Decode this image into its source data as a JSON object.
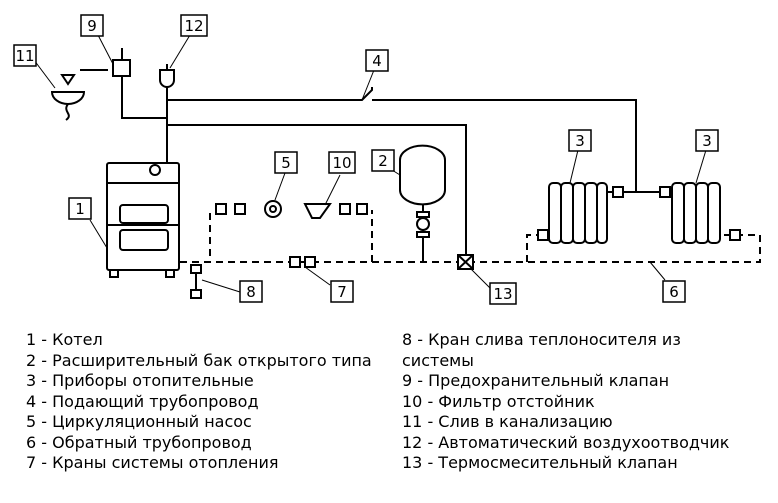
{
  "diagram": {
    "callouts": [
      "1",
      "2",
      "3",
      "3",
      "4",
      "5",
      "6",
      "7",
      "8",
      "9",
      "10",
      "11",
      "12",
      "13"
    ]
  },
  "legend": {
    "left": [
      "1 - Котел",
      "2 - Расширительный бак открытого типа",
      "3 - Приборы отопительные",
      "4 - Подающий трубопровод",
      "5 - Циркуляционный насос",
      "6 - Обратный трубопровод",
      "7 - Краны системы отопления"
    ],
    "right": [
      "8 - Кран слива теплоносителя из системы",
      "9 - Предохранительный клапан",
      "10 - Фильтр отстойник",
      "11 - Слив в канализацию",
      "12 - Автоматический воздухоотводчик",
      "13 - Термосмесительный клапан"
    ]
  }
}
